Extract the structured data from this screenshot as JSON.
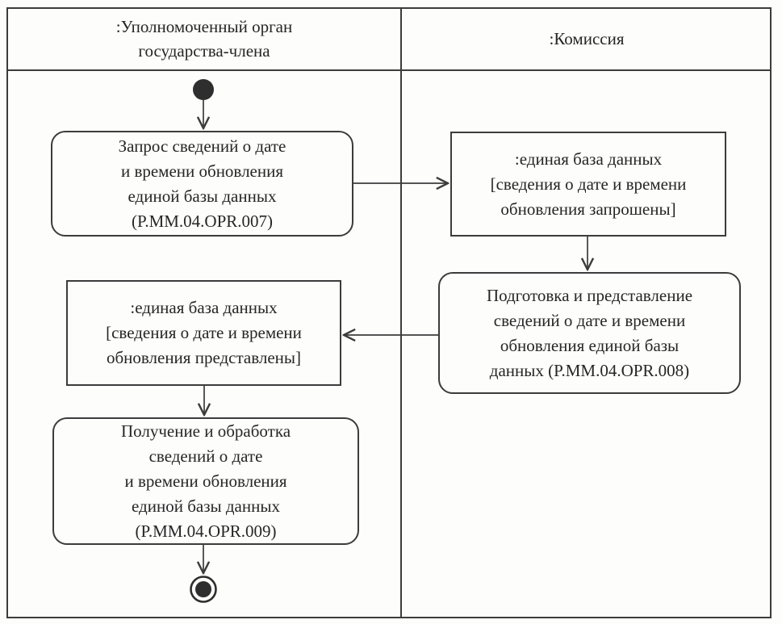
{
  "diagram": {
    "type": "uml-activity-swimlane",
    "colors": {
      "line": "#3c3c3c",
      "text": "#262626",
      "background": "#fdfdfc"
    },
    "lanes": [
      {
        "label": ":Уполномоченный орган\nгосударства-члена"
      },
      {
        "label": ":Комиссия"
      }
    ],
    "nodes": [
      {
        "id": "initial",
        "type": "initial-node"
      },
      {
        "id": "action-007",
        "type": "action",
        "lane": 0,
        "label": "Запрос сведений о дате\nи времени обновления\nединой базы данных\n(P.MM.04.OPR.007)"
      },
      {
        "id": "object-requested",
        "type": "object",
        "lane": 1,
        "label": ":единая база данных\n[сведения о дате и времени\nобновления запрошены]"
      },
      {
        "id": "action-008",
        "type": "action",
        "lane": 1,
        "label": "Подготовка и представление\nсведений о дате и времени\nобновления единой базы\nданных (P.MM.04.OPR.008)"
      },
      {
        "id": "object-provided",
        "type": "object",
        "lane": 0,
        "label": ":единая база данных\n[сведения о дате и времени\nобновления представлены]"
      },
      {
        "id": "action-009",
        "type": "action",
        "lane": 0,
        "label": "Получение и обработка\nсведений о дате\nи времени обновления\nединой базы данных\n(P.MM.04.OPR.009)"
      },
      {
        "id": "final",
        "type": "final-node"
      }
    ],
    "edges": [
      {
        "from": "initial",
        "to": "action-007"
      },
      {
        "from": "action-007",
        "to": "object-requested"
      },
      {
        "from": "object-requested",
        "to": "action-008"
      },
      {
        "from": "action-008",
        "to": "object-provided"
      },
      {
        "from": "object-provided",
        "to": "action-009"
      },
      {
        "from": "action-009",
        "to": "final"
      }
    ]
  }
}
